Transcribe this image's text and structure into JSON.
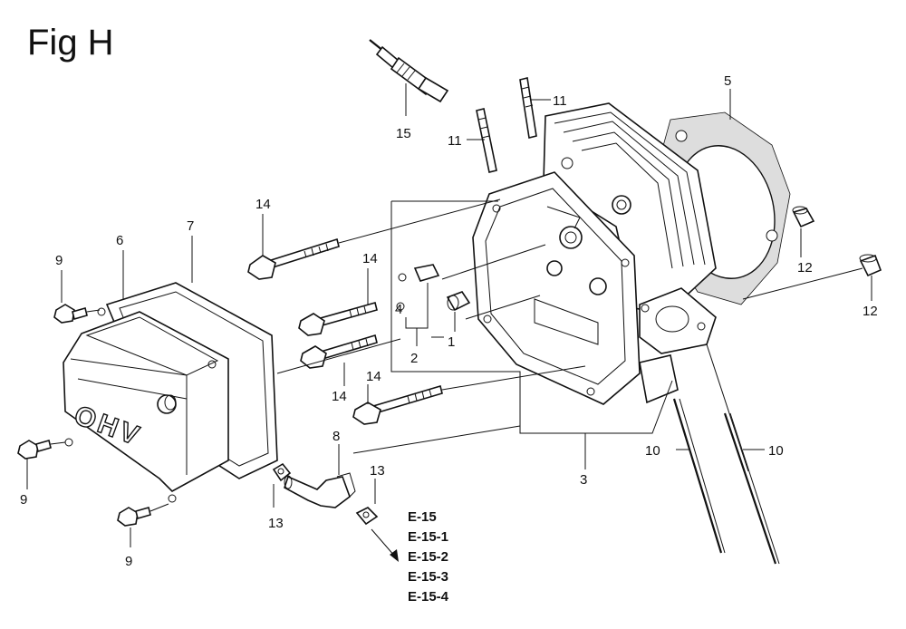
{
  "title": "Fig H",
  "callouts": {
    "c1": "1",
    "c2": "2",
    "c3": "3",
    "c4": "4",
    "c5": "5",
    "c6": "6",
    "c7": "7",
    "c8": "8",
    "c9a": "9",
    "c9b": "9",
    "c9c": "9",
    "c10a": "10",
    "c10b": "10",
    "c11a": "11",
    "c11b": "11",
    "c12a": "12",
    "c12b": "12",
    "c13a": "13",
    "c13b": "13",
    "c14a": "14",
    "c14b": "14",
    "c14c": "14",
    "c14d": "14",
    "c15": "15"
  },
  "cover_text": "OHV",
  "references": [
    "E-15",
    "E-15-1",
    "E-15-2",
    "E-15-3",
    "E-15-4"
  ]
}
